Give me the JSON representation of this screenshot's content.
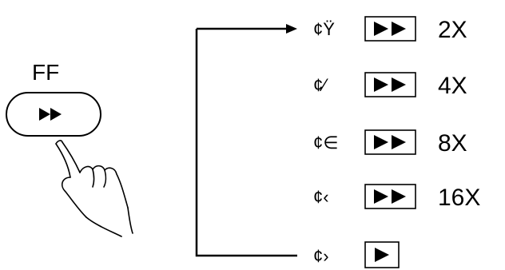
{
  "button": {
    "label": "FF",
    "symbol": "▶▶"
  },
  "rows": [
    {
      "prefix": "¢Ÿ",
      "symbol": "▶▶",
      "speed": "2X"
    },
    {
      "prefix": "¢⁄",
      "symbol": "▶▶",
      "speed": "4X"
    },
    {
      "prefix": "¢∈",
      "symbol": "▶▶",
      "speed": "8X"
    },
    {
      "prefix": "¢‹",
      "symbol": "▶▶",
      "speed": "16X"
    },
    {
      "prefix": "¢›",
      "symbol": "▶",
      "speed": ""
    }
  ],
  "colors": {
    "ink": "#000000",
    "background": "#ffffff"
  },
  "icons": {
    "hand": "pointing-hand-icon",
    "fast_forward": "fast-forward-icon",
    "play": "play-icon"
  }
}
